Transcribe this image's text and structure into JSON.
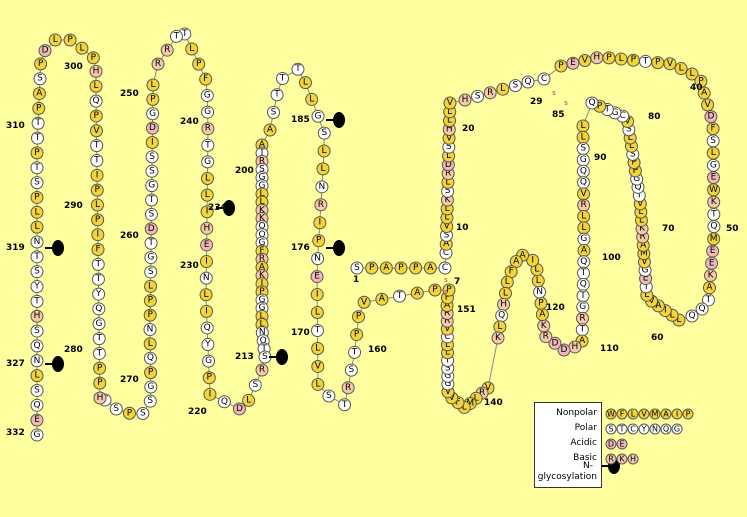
{
  "colors": {
    "background": "#ffffa0",
    "nonpolar": "#f3d53a",
    "polar": "#ffffff",
    "acidic": "#f0b8b8",
    "basic": "#f7c9a8",
    "glyco": "#000000"
  },
  "sequence_numbers": [
    {
      "label": "300"
    },
    {
      "label": "310"
    },
    {
      "label": "319"
    },
    {
      "label": "327"
    },
    {
      "label": "332"
    },
    {
      "label": "290"
    },
    {
      "label": "280"
    },
    {
      "label": "270"
    },
    {
      "label": "250"
    },
    {
      "label": "260"
    },
    {
      "label": "240"
    },
    {
      "label": "234"
    },
    {
      "label": "230"
    },
    {
      "label": "220"
    },
    {
      "label": "213"
    },
    {
      "label": "200"
    },
    {
      "label": "185"
    },
    {
      "label": "176"
    },
    {
      "label": "170"
    },
    {
      "label": "160"
    },
    {
      "label": "151"
    },
    {
      "label": "1"
    },
    {
      "label": "7"
    },
    {
      "label": "10"
    },
    {
      "label": "20"
    },
    {
      "label": "29"
    },
    {
      "label": "85"
    },
    {
      "label": "40"
    },
    {
      "label": "80"
    },
    {
      "label": "90"
    },
    {
      "label": "70"
    },
    {
      "label": "50"
    },
    {
      "label": "60"
    },
    {
      "label": "100"
    },
    {
      "label": "110"
    },
    {
      "label": "120"
    },
    {
      "label": "140"
    }
  ],
  "legend": {
    "rows": [
      {
        "label": "Nonpolar",
        "residues": [
          "W",
          "F",
          "L",
          "V",
          "M",
          "A",
          "I",
          "P"
        ],
        "class": "nonpolar"
      },
      {
        "label": "Polar",
        "residues": [
          "S",
          "T",
          "C",
          "Y",
          "N",
          "Q",
          "G"
        ],
        "class": "polar"
      },
      {
        "label": "Acidic",
        "residues": [
          "D",
          "E"
        ],
        "class": "acidic"
      },
      {
        "label": "Basic",
        "residues": [
          "R",
          "K",
          "H"
        ],
        "class": "basic"
      }
    ],
    "glyco_label_1": "N-",
    "glyco_label_2": "glycosylation"
  },
  "disulfide": {
    "symbol": "s"
  },
  "segments": [
    {
      "id": "nterm",
      "seq": "SPAPPAC"
    },
    {
      "id": "tm1",
      "seq": "CASVLLKSLRDLSVHLLV"
    },
    {
      "id": "icl1",
      "seq": "HSRLSQ"
    },
    {
      "id": "c29",
      "seq": "C"
    },
    {
      "id": "ecl1a",
      "seq": "PEVHPLPTPVLLPAVDFSLGEWKTQMEEKATQQ"
    },
    {
      "id": "ecl1b",
      "seq": "LLIAVLTEGVMARKLLVTQGPPSLLSVCGTPQ"
    },
    {
      "id": "tm2",
      "seq": "LLSGQQVRLLGAQTQTGRTAHDDRKAPNLLIAAFLLHQLK"
    },
    {
      "id": "cyto",
      "seq": "VRLMLFVVGGSTLLCVRRAPP"
    },
    {
      "id": "tm3",
      "seq": "PATAVPPTSRTSLVLTLIENPIRNLLSGLLTTTSA"
    },
    {
      "id": "ecl2",
      "seq": "ATRSGGLLKKQQGFRAKIPGGLLNQTS"
    },
    {
      "id": "tm4",
      "seq": "RSLDQIPGYQILNIEHILLGTRGGFPLTTRR"
    },
    {
      "id": "tm5",
      "seq": "LPGDISSGTSDTGSLPPNLQPGSSPST"
    },
    {
      "id": "tm6",
      "seq": "HPPTTGQYTTFIPLPITTVPQLHPLPLDPSAPTTPTSPLLNTSYTHSQNLSQEG"
    }
  ]
}
